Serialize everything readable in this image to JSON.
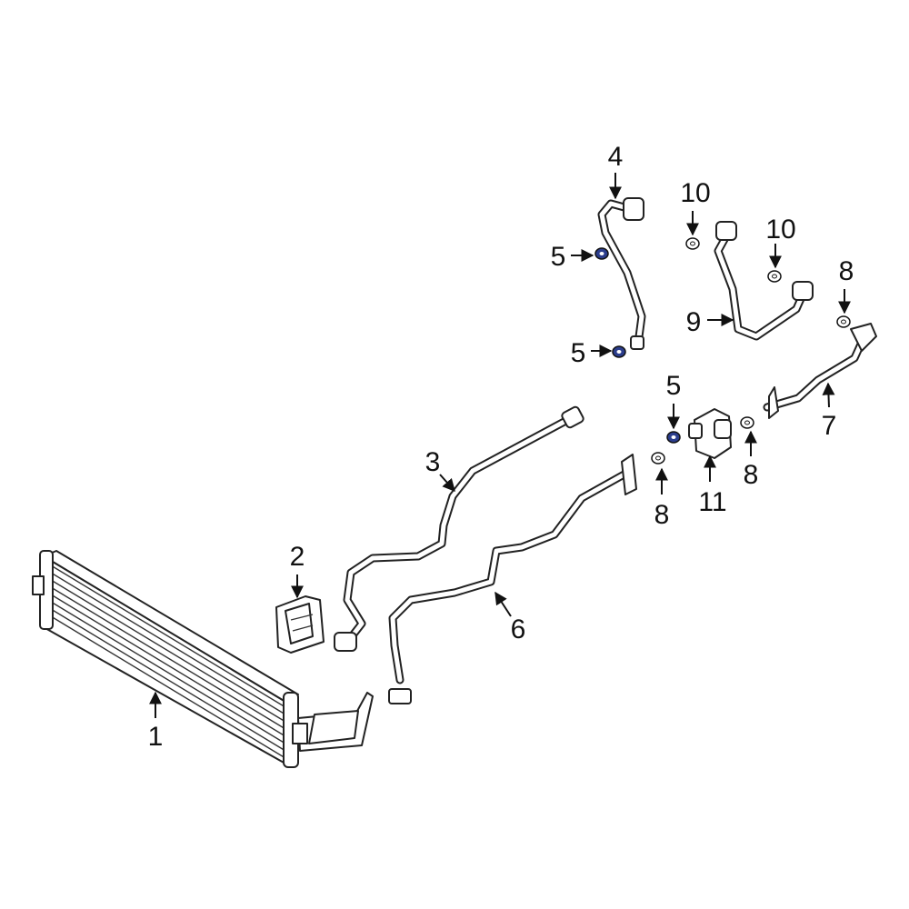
{
  "diagram": {
    "accent_color": "#2b3d8c",
    "callouts": [
      {
        "id": "c1",
        "text": "1"
      },
      {
        "id": "c2",
        "text": "2"
      },
      {
        "id": "c3",
        "text": "3"
      },
      {
        "id": "c4",
        "text": "4"
      },
      {
        "id": "c5a",
        "text": "5"
      },
      {
        "id": "c5b",
        "text": "5"
      },
      {
        "id": "c5c",
        "text": "5"
      },
      {
        "id": "c6",
        "text": "6"
      },
      {
        "id": "c7",
        "text": "7"
      },
      {
        "id": "c8a",
        "text": "8"
      },
      {
        "id": "c8b",
        "text": "8"
      },
      {
        "id": "c8c",
        "text": "8"
      },
      {
        "id": "c9",
        "text": "9"
      },
      {
        "id": "c10a",
        "text": "10"
      },
      {
        "id": "c10b",
        "text": "10"
      },
      {
        "id": "c11",
        "text": "11"
      }
    ]
  }
}
